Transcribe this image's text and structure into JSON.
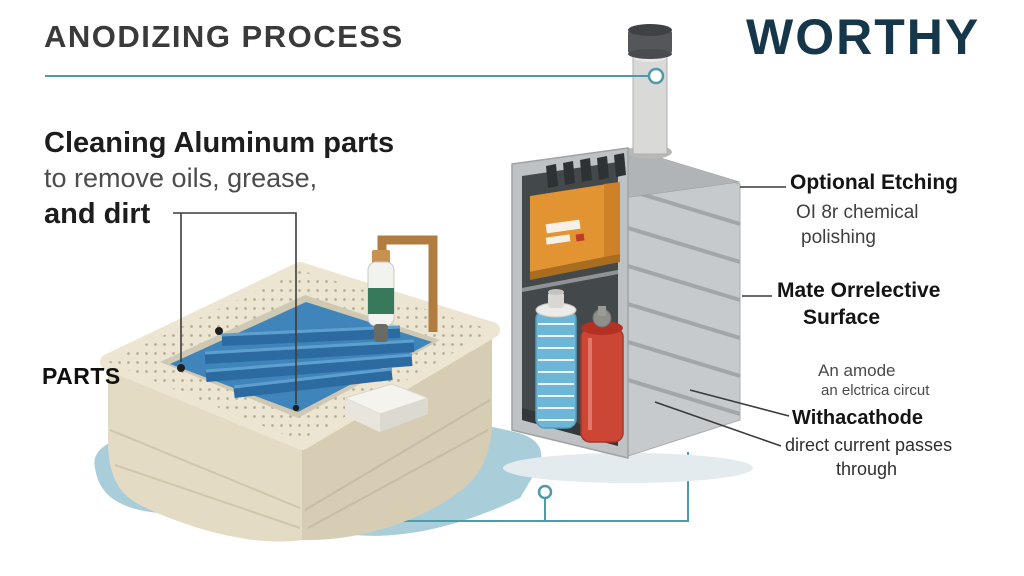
{
  "header": {
    "title": "ANODIZING PROCESS",
    "brand": "WORTHY"
  },
  "cleaning_note": {
    "line1": "Cleaning Aluminum parts",
    "line2": "to remove oils, grease,",
    "line3": "and dirt"
  },
  "parts_label": "PARTS",
  "callouts": {
    "etching": {
      "title": "Optional Etching",
      "sub1": "OI 8r chemical",
      "sub2": "polishing"
    },
    "matte": {
      "line1": "Mate Orrelective",
      "line2": "Surface"
    },
    "anode": {
      "line1": "An amode",
      "line2": "an elctrica circut"
    },
    "cathode": {
      "title": "Withacathode"
    },
    "current": {
      "line1": "direct current passes",
      "line2": "through"
    }
  },
  "colors": {
    "accent_teal": "#4e9aaa",
    "brand_navy": "#16374a",
    "machine_orange": "#e29433",
    "liquid_blue": "#3f84bb",
    "cylinder_red": "#cc4636",
    "tank_cream": "#ece5d2"
  }
}
